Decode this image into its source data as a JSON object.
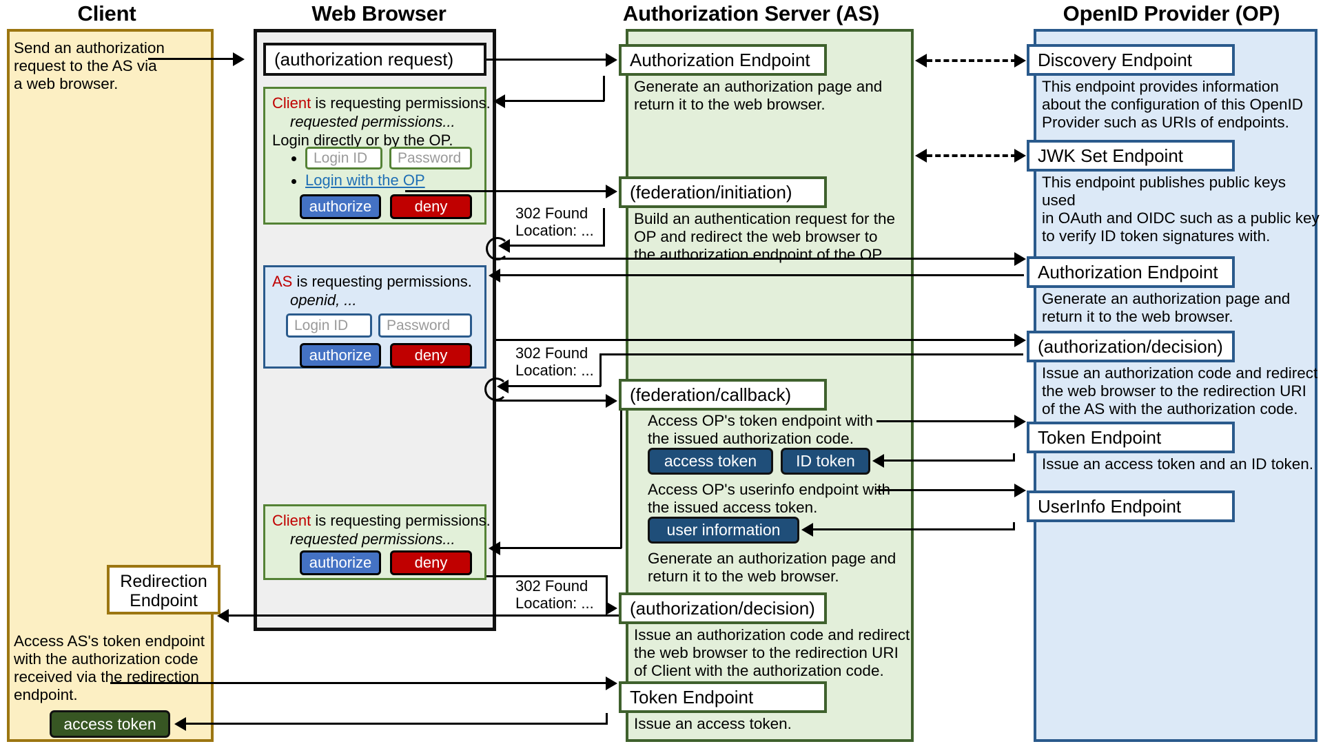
{
  "columns": [
    {
      "title": "Client"
    },
    {
      "title": "Web Browser"
    },
    {
      "title": "Authorization Server (AS)"
    },
    {
      "title": "OpenID Provider (OP)"
    }
  ],
  "colors": {
    "client_fill": "#FCEFC3",
    "client_border": "#9C7611",
    "browser_fill": "#EFEFEF",
    "browser_border": "#111111",
    "as_fill": "#E3EFDA",
    "as_border": "#3F612D",
    "op_fill": "#DCE9F7",
    "op_border": "#2A5A8C",
    "authorize_button": "#4472C4",
    "deny_button": "#C00000",
    "token_chip": "#1F4E79",
    "access_token_client": "#375623",
    "link": "#1F6FB5",
    "red_word": "#C00000"
  },
  "client": {
    "intro_text": "Send an authorization\nrequest to the AS via\na web browser.",
    "redirection_endpoint": "Redirection\nEndpoint",
    "token_request_text": "Access AS's token endpoint\nwith the authorization code\nreceived via the redirection\nendpoint.",
    "access_token_chip": "access token"
  },
  "browser": {
    "address_box": "(authorization request)",
    "consent_client_1": {
      "line1_subject": "Client",
      "line1_rest": " is requesting permissions.",
      "line2": "requested permissions...",
      "line3": "Login directly or by the OP.",
      "login_id_placeholder": "Login ID",
      "password_placeholder": "Password",
      "federation_link": "Login with the OP",
      "authorize_label": "authorize",
      "deny_label": "deny"
    },
    "consent_as": {
      "line1_subject": "AS",
      "line1_rest": " is requesting permissions.",
      "line2": "openid, ...",
      "login_id_placeholder": "Login ID",
      "password_placeholder": "Password",
      "authorize_label": "authorize",
      "deny_label": "deny"
    },
    "consent_client_2": {
      "line1_subject": "Client",
      "line1_rest": " is requesting permissions.",
      "line2": "requested permissions...",
      "authorize_label": "authorize",
      "deny_label": "deny"
    }
  },
  "as": {
    "authorization_endpoint": {
      "title": "Authorization Endpoint",
      "body": "Generate an authorization page and\nreturn it to the web browser."
    },
    "federation_initiation": {
      "title": "(federation/initiation)",
      "body": "Build an authentication request for the\nOP and redirect the web browser to\nthe authorization endpoint of the OP."
    },
    "federation_callback": {
      "title": "(federation/callback)",
      "body1": "Access OP's token endpoint with\nthe issued authorization code.",
      "chip_access_token": "access token",
      "chip_id_token": "ID token",
      "body2": "Access OP's userinfo endpoint with\nthe issued access token.",
      "chip_user_information": "user information",
      "body3": "Generate an authorization page and\nreturn it to the web browser."
    },
    "authorization_decision": {
      "title": "(authorization/decision)",
      "body": "Issue an authorization code and redirect\nthe web browser to the redirection URI\nof Client with the authorization code."
    },
    "token_endpoint": {
      "title": "Token Endpoint",
      "body": "Issue an access token."
    }
  },
  "op": {
    "discovery_endpoint": {
      "title": "Discovery Endpoint",
      "body": "This endpoint provides information\nabout the configuration of this OpenID\nProvider such as URIs of endpoints."
    },
    "jwk_set_endpoint": {
      "title": "JWK Set Endpoint",
      "body": "This endpoint publishes public keys used\nin OAuth and OIDC such as a public key\nto verify ID token signatures with."
    },
    "authorization_endpoint": {
      "title": "Authorization Endpoint",
      "body": "Generate an authorization page and\nreturn it to the web browser."
    },
    "authorization_decision": {
      "title": "(authorization/decision)",
      "body": "Issue an authorization code and redirect\nthe web browser to the redirection URI\nof the AS with the authorization code."
    },
    "token_endpoint": {
      "title": "Token Endpoint",
      "body": "Issue an access token and an ID token."
    },
    "userinfo_endpoint": {
      "title": "UserInfo Endpoint",
      "body": ""
    }
  },
  "redirects": {
    "r1": "302 Found\nLocation: ...",
    "r2": "302 Found\nLocation: ...",
    "r3": "302 Found\nLocation: ..."
  }
}
